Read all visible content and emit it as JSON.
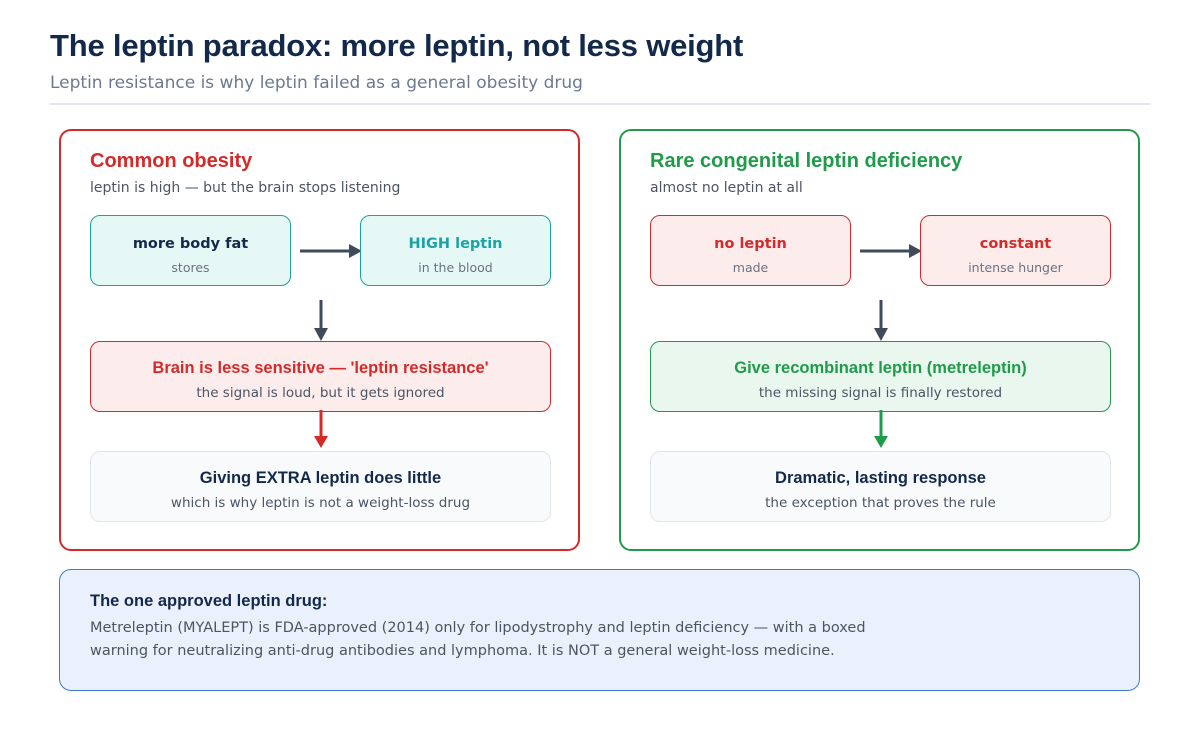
{
  "header": {
    "title": "The leptin paradox: more leptin, not less weight",
    "subtitle": "Leptin resistance is why leptin failed as a general obesity drug"
  },
  "left_panel": {
    "title": "Common obesity",
    "subtitle": "leptin is high — but the brain stops listening",
    "box1": {
      "title": "more body fat",
      "sub": "stores"
    },
    "box2": {
      "title": "HIGH leptin",
      "sub": "in the blood"
    },
    "box3": {
      "title": "Brain is less sensitive — 'leptin resistance'",
      "sub": "the signal is loud, but it gets ignored"
    },
    "box4": {
      "title": "Giving EXTRA leptin does little",
      "sub": "which is why leptin is not a weight-loss drug"
    }
  },
  "right_panel": {
    "title": "Rare congenital leptin deficiency",
    "subtitle": "almost no leptin at all",
    "box1": {
      "title": "no leptin",
      "sub": "made"
    },
    "box2": {
      "title": "constant",
      "sub": "intense hunger"
    },
    "box3": {
      "title": "Give recombinant leptin (metreleptin)",
      "sub": "the missing signal is finally restored"
    },
    "box4": {
      "title": "Dramatic, lasting response",
      "sub": "the exception that proves the rule"
    }
  },
  "note": {
    "title": "The one approved leptin drug:",
    "line1": "Metreleptin (MYALEPT) is FDA-approved (2014) only for lipodystrophy and leptin deficiency — with a boxed",
    "line2": "warning for neutralizing anti-drug antibodies and lymphoma. It is NOT a general weight-loss medicine."
  },
  "colors": {
    "red": "#d42a2a",
    "green": "#1f9b4a",
    "teal": "#1ba3a3",
    "navy": "#13294b",
    "arrow_grey": "#3f4a5c",
    "blue": "#3f78d6"
  }
}
